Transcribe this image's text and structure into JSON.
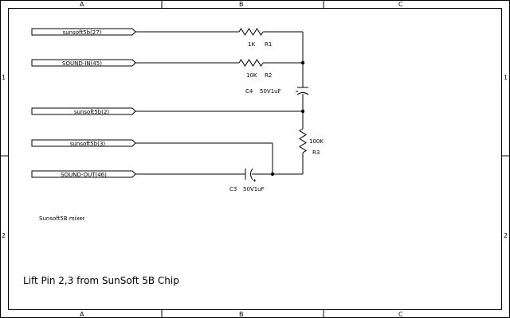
{
  "frame": {
    "columns": [
      "A",
      "B",
      "C"
    ],
    "rows": [
      "1",
      "2"
    ]
  },
  "ports": [
    {
      "label": "sunsoft5b(27)"
    },
    {
      "label": "SOUND-IN(45)"
    },
    {
      "label": "sunsoft5b(2)"
    },
    {
      "label": "sunsoft5b(3)"
    },
    {
      "label": "SOUND-OUT(46)"
    }
  ],
  "components": {
    "r1": {
      "value": "1K",
      "ref": "R1"
    },
    "r2": {
      "value": "10K",
      "ref": "R2"
    },
    "c4": {
      "ref": "C4",
      "value": "50V1uF"
    },
    "r3": {
      "value": "100K",
      "ref": "R3"
    },
    "c3": {
      "ref": "C3",
      "value": "50V1uF"
    }
  },
  "notes": {
    "mixer_label": "Sunsoft5B mixer",
    "instruction": "Lift Pin 2,3 from SunSoft 5B Chip"
  }
}
